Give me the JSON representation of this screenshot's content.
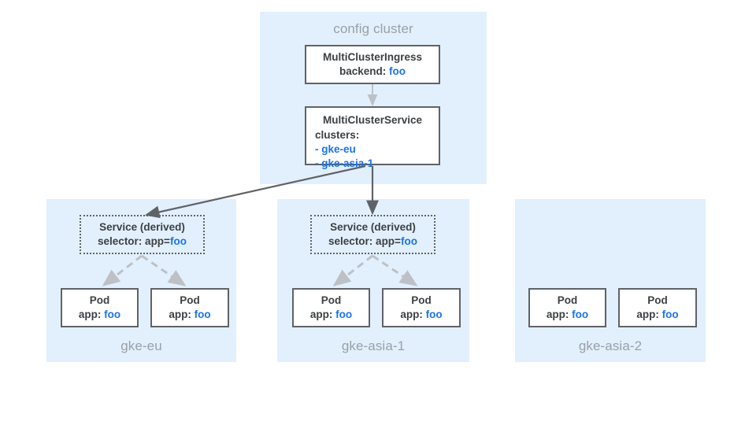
{
  "diagram": {
    "config_cluster": {
      "title": "config cluster",
      "ingress": {
        "name": "MultiClusterIngress",
        "backend_label": "backend: ",
        "backend_value": "foo"
      },
      "service": {
        "name": "MultiClusterService",
        "clusters_label": "clusters:",
        "clusters": [
          "- gke-eu",
          "- gke-asia-1"
        ]
      }
    },
    "clusters": [
      {
        "name": "gke-eu",
        "has_service": true,
        "service": {
          "title": "Service (derived)",
          "selector_label": "selector: app=",
          "selector_value": "foo"
        },
        "pods": [
          {
            "title": "Pod",
            "app_label": "app: ",
            "app_value": "foo"
          },
          {
            "title": "Pod",
            "app_label": "app: ",
            "app_value": "foo"
          }
        ]
      },
      {
        "name": "gke-asia-1",
        "has_service": true,
        "service": {
          "title": "Service (derived)",
          "selector_label": "selector: app=",
          "selector_value": "foo"
        },
        "pods": [
          {
            "title": "Pod",
            "app_label": "app: ",
            "app_value": "foo"
          },
          {
            "title": "Pod",
            "app_label": "app: ",
            "app_value": "foo"
          }
        ]
      },
      {
        "name": "gke-asia-2",
        "has_service": false,
        "pods": [
          {
            "title": "Pod",
            "app_label": "app: ",
            "app_value": "foo"
          },
          {
            "title": "Pod",
            "app_label": "app: ",
            "app_value": "foo"
          }
        ]
      }
    ],
    "colors": {
      "panel_background": "#e2f0fd",
      "box_border": "#5f6368",
      "accent_blue": "#1a73e8",
      "label_gray": "#9aa0a6",
      "arrow_dark": "#5f6368",
      "arrow_light": "#bdc1c6"
    }
  }
}
